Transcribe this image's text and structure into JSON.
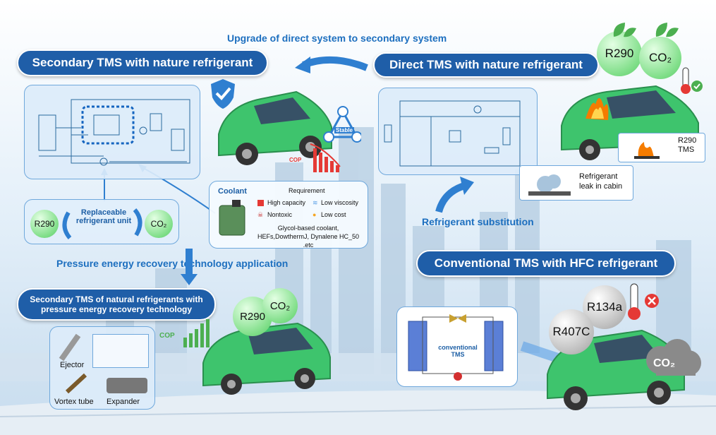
{
  "titles": {
    "secondary": "Secondary TMS with nature refrigerant",
    "direct": "Direct TMS with nature refrigerant",
    "pressure_recovery": "Secondary TMS of natural refrigerants with pressure energy recovery technology",
    "conventional": "Conventional TMS with HFC refrigerant"
  },
  "captions": {
    "upgrade": "Upgrade of direct system to secondary system",
    "substitution": "Refrigerant substitution",
    "pressure_app": "Pressure energy recovery technology application"
  },
  "refrigerants": {
    "r290": "R290",
    "co2": "CO₂",
    "r134a": "R134a",
    "r407c": "R407C"
  },
  "replaceable_unit": "Replaceable refrigerant unit",
  "stable_label": "Stable",
  "cop_label": "COP",
  "coolant": {
    "title": "Coolant",
    "requirement_title": "Requirement",
    "requirements": [
      "High capacity",
      "Low viscosity",
      "Nontoxic",
      "Low cost"
    ],
    "examples": "Glycol-based coolant, HEFs,DowthermJ, Dynalene HC_50 .etc"
  },
  "direct_labels": {
    "r290_tms": "R290 TMS",
    "leak": "Refrigerant leak in cabin"
  },
  "components": {
    "ejector": "Ejector",
    "vortex_tube": "Vortex tube",
    "expander": "Expander"
  },
  "conventional_label": "conventional TMS",
  "co2_cloud": "CO₂",
  "colors": {
    "title_blue": "#1f5ea8",
    "caption_blue": "#1d6fbf",
    "car_green": "#3ec46d",
    "leaf_green": "#4caf50"
  }
}
